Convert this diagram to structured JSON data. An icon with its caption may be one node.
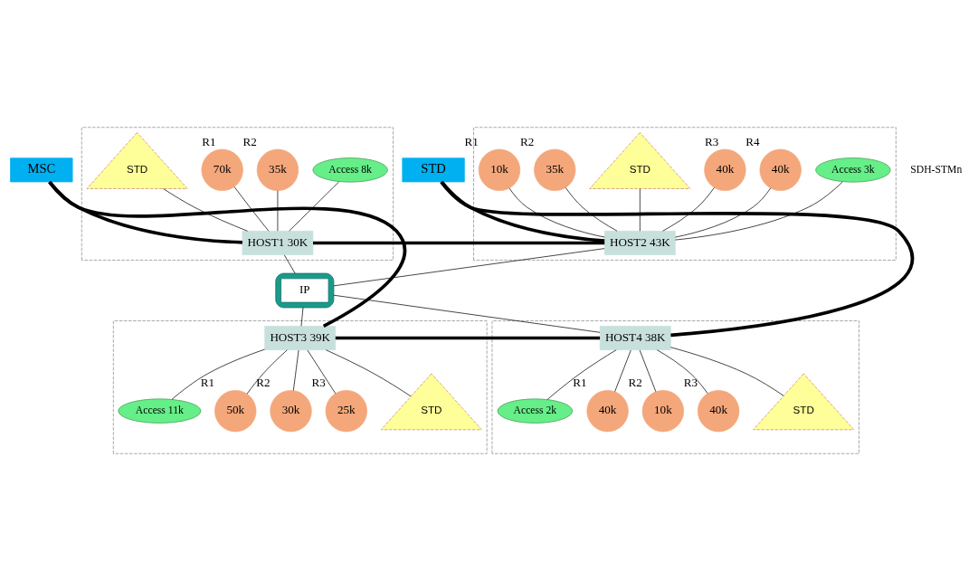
{
  "diagram": {
    "nodes": [
      {
        "text": [],
        "shape": "box"
      },
      {
        "text": [
          "STD"
        ],
        "in": 0
      },
      {
        "text": [
          "70k"
        ],
        "in": 0,
        "beside": [
          "R1"
        ]
      },
      {
        "text": [
          "35k"
        ],
        "in": 0,
        "beside": [
          "R2"
        ]
      },
      {
        "text": [
          "Access 8k"
        ],
        "in": 0
      },
      {
        "text": [
          "HOST1 30K"
        ],
        "in": 0
      },
      {
        "text": [],
        "shape": "box"
      },
      {
        "text": [
          "10k"
        ],
        "in": 6,
        "beside": [
          "R1"
        ]
      },
      {
        "text": [
          "35k"
        ],
        "in": 6,
        "beside": [
          "R2"
        ]
      },
      {
        "text": [
          "STD"
        ],
        "in": 6
      },
      {
        "text": [
          "40k"
        ],
        "in": 6,
        "beside": [
          "R3"
        ]
      },
      {
        "text": [
          "40k"
        ],
        "in": 6,
        "beside": [
          "R4"
        ]
      },
      {
        "text": [
          "Access 3k"
        ],
        "in": 6
      },
      {
        "text": [
          "HOST2 43K"
        ],
        "in": 6
      },
      {
        "text": [
          "MSC"
        ]
      },
      {
        "text": [],
        "shape": "cloud"
      },
      {
        "text": [
          "IP"
        ],
        "in": 15
      },
      {
        "text": [
          "STD"
        ]
      },
      {
        "text": [],
        "shape": "box"
      },
      {
        "text": [
          "HOST3 39K"
        ],
        "in": 18
      },
      {
        "text": [
          "Access 11k"
        ],
        "in": 18
      },
      {
        "text": [
          "50k"
        ],
        "in": 18,
        "beside": [
          "R1"
        ]
      },
      {
        "text": [
          "30k"
        ],
        "in": 18,
        "beside": [
          "R2"
        ]
      },
      {
        "text": [
          "25k"
        ],
        "in": 18,
        "beside": [
          "R3"
        ]
      },
      {
        "text": [
          "STD"
        ],
        "in": 18
      },
      {
        "text": [],
        "shape": "box"
      },
      {
        "text": [
          "HOST4 38K"
        ],
        "in": 25
      },
      {
        "text": [
          "Access 2k"
        ],
        "in": 25
      },
      {
        "text": [
          "40k"
        ],
        "in": 25,
        "beside": [
          "R1"
        ]
      },
      {
        "text": [
          "10k"
        ],
        "in": 25,
        "beside": [
          "R2"
        ]
      },
      {
        "text": [
          "40k"
        ],
        "in": 25,
        "beside": [
          "R3"
        ]
      },
      {
        "text": [
          "STD"
        ],
        "in": 25
      }
    ],
    "edges": [
      {
        "from": 5,
        "to": 1,
        "arrow": "none"
      },
      {
        "from": 5,
        "to": 2,
        "arrow": "none"
      },
      {
        "from": 5,
        "to": 3,
        "arrow": "none"
      },
      {
        "from": 5,
        "to": 4,
        "arrow": "none"
      },
      {
        "from": 13,
        "to": 7,
        "arrow": "none"
      },
      {
        "from": 13,
        "to": 8,
        "arrow": "none"
      },
      {
        "from": 13,
        "to": 9,
        "arrow": "none"
      },
      {
        "from": 13,
        "to": 10,
        "arrow": "none"
      },
      {
        "from": 13,
        "to": 11,
        "arrow": "none"
      },
      {
        "from": 13,
        "to": 12,
        "arrow": "none"
      },
      {
        "from": 14,
        "to": 5,
        "arrow": "none",
        "style": "thick"
      },
      {
        "from": 5,
        "to": 13,
        "arrow": "none",
        "style": "thick"
      },
      {
        "from": 13,
        "to": 17,
        "arrow": "none",
        "style": "thick"
      },
      {
        "from": 17,
        "to": 26,
        "arrow": "none",
        "style": "thick"
      },
      {
        "from": 26,
        "to": 19,
        "arrow": "none",
        "style": "thick"
      },
      {
        "from": 19,
        "to": 14,
        "arrow": "none",
        "style": "thick"
      },
      {
        "from": 5,
        "to": 15,
        "arrow": "none"
      },
      {
        "from": 13,
        "to": 15,
        "arrow": "none"
      },
      {
        "from": 19,
        "to": 15,
        "arrow": "none"
      },
      {
        "from": 26,
        "to": 15,
        "arrow": "none"
      },
      {
        "from": 19,
        "to": 20,
        "arrow": "none"
      },
      {
        "from": 19,
        "to": 21,
        "arrow": "none"
      },
      {
        "from": 19,
        "to": 22,
        "arrow": "none"
      },
      {
        "from": 19,
        "to": 23,
        "arrow": "none"
      },
      {
        "from": 19,
        "to": 24,
        "arrow": "none"
      },
      {
        "from": 26,
        "to": 27,
        "arrow": "none"
      },
      {
        "from": 26,
        "to": 28,
        "arrow": "none"
      },
      {
        "from": 26,
        "to": 29,
        "arrow": "none"
      },
      {
        "from": 26,
        "to": 30,
        "arrow": "none"
      },
      {
        "from": 26,
        "to": 31,
        "arrow": "none"
      }
    ],
    "labels": [
      "SDH-STMn"
    ]
  }
}
